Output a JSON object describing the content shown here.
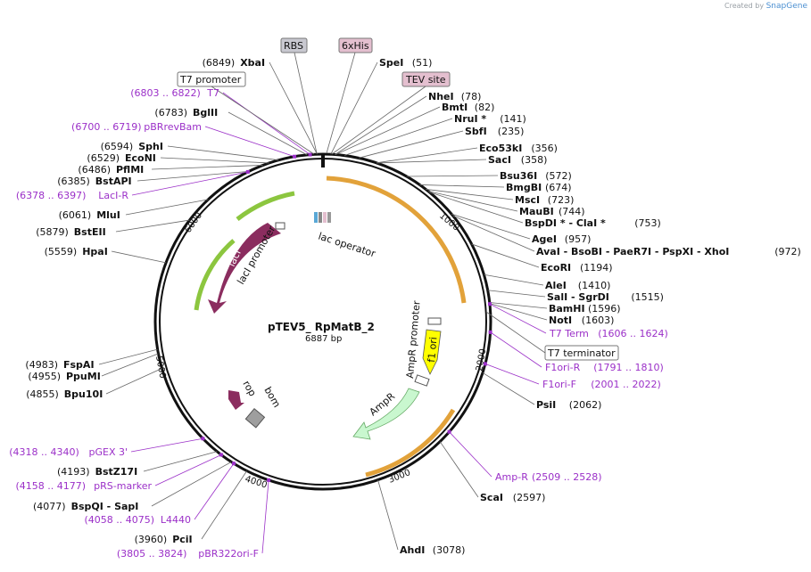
{
  "credit": {
    "prefix": "Created by",
    "brand": "SnapGene"
  },
  "plasmid": {
    "name": "pTEV5_ RpMatB_2",
    "size_label": "6887 bp",
    "length": 6887
  },
  "ticks": [
    "1000",
    "2000",
    "3000",
    "4000",
    "5000",
    "6000"
  ],
  "top_boxes": {
    "rbs": "RBS",
    "his": "6xHis",
    "tev": "TEV site",
    "t7promoter": "T7 promoter",
    "t7terminator": "T7 terminator"
  },
  "features": {
    "lacI": "lacI",
    "laci_promoter": "lacI promoter",
    "lac_operator": "lac operator",
    "ampr": "AmpR",
    "ampr_promoter": "AmpR promoter",
    "f1ori": "f1 ori",
    "rop": "rop",
    "bom": "bom"
  },
  "sites_right": [
    {
      "name": "SpeI",
      "pos": "(51)"
    },
    {
      "name": "NheI",
      "pos": "(78)"
    },
    {
      "name": "BmtI",
      "pos": "(82)"
    },
    {
      "name": "NruI *",
      "pos": "(141)"
    },
    {
      "name": "SbfI",
      "pos": "(235)"
    },
    {
      "name": "Eco53kI",
      "pos": "(356)"
    },
    {
      "name": "SacI",
      "pos": "(358)"
    },
    {
      "name": "Bsu36I",
      "pos": "(572)"
    },
    {
      "name": "BmgBI",
      "pos": "(674)"
    },
    {
      "name": "MscI",
      "pos": "(723)"
    },
    {
      "name": "MauBI",
      "pos": "(744)"
    },
    {
      "name": "BspDI * - ClaI *",
      "pos": "(753)"
    },
    {
      "name": "AgeI",
      "pos": "(957)"
    },
    {
      "name": "AvaI - BsoBI - PaeR7I - PspXI - XhoI",
      "pos": "(972)"
    },
    {
      "name": "EcoRI",
      "pos": "(1194)"
    },
    {
      "name": "AleI",
      "pos": "(1410)"
    },
    {
      "name": "SalI - SgrDI",
      "pos": "(1515)"
    },
    {
      "name": "BamHI",
      "pos": "(1596)"
    },
    {
      "name": "NotI",
      "pos": "(1603)"
    },
    {
      "name": "PsiI",
      "pos": "(2062)"
    },
    {
      "name": "ScaI",
      "pos": "(2597)"
    },
    {
      "name": "AhdI",
      "pos": "(3078)"
    }
  ],
  "sites_left": [
    {
      "name": "XbaI",
      "pos": "(6849)"
    },
    {
      "name": "BglII",
      "pos": "(6783)"
    },
    {
      "name": "SphI",
      "pos": "(6594)"
    },
    {
      "name": "EcoNI",
      "pos": "(6529)"
    },
    {
      "name": "PflMI",
      "pos": "(6486)"
    },
    {
      "name": "BstAPI",
      "pos": "(6385)"
    },
    {
      "name": "MluI",
      "pos": "(6061)"
    },
    {
      "name": "BstEII",
      "pos": "(5879)"
    },
    {
      "name": "HpaI",
      "pos": "(5559)"
    },
    {
      "name": "FspAI",
      "pos": "(4983)"
    },
    {
      "name": "PpuMI",
      "pos": "(4955)"
    },
    {
      "name": "Bpu10I",
      "pos": "(4855)"
    },
    {
      "name": "BstZ17I",
      "pos": "(4193)"
    },
    {
      "name": "BspQI - SapI",
      "pos": "(4077)"
    },
    {
      "name": "PciI",
      "pos": "(3960)"
    }
  ],
  "primers": [
    {
      "label": "T7",
      "range": "(6803 .. 6822)"
    },
    {
      "label": "pBRrevBam",
      "range": "(6700 .. 6719)"
    },
    {
      "label": "LacI-R",
      "range": "(6378 .. 6397)"
    },
    {
      "label": "T7 Term",
      "range": "(1606 .. 1624)"
    },
    {
      "label": "F1ori-R",
      "range": "(1791 .. 1810)"
    },
    {
      "label": "F1ori-F",
      "range": "(2001 .. 2022)"
    },
    {
      "label": "Amp-R",
      "range": "(2509 .. 2528)"
    },
    {
      "label": "pGEX 3'",
      "range": "(4318 .. 4340)"
    },
    {
      "label": "pRS-marker",
      "range": "(4158 .. 4177)"
    },
    {
      "label": "L4440",
      "range": "(4058 .. 4075)"
    },
    {
      "label": "pBR322ori-F",
      "range": "(3805 .. 3824)"
    }
  ],
  "colors": {
    "backbone": "#111111",
    "primer": "#9b30c8",
    "orf_orange": "#e2a23a",
    "orf_green": "#8cc63f",
    "lacI": "#8b2d5f",
    "ampr": "#c9f7cf",
    "f1ori": "#ffff00",
    "bom": "#9e9e9e",
    "rbs_box": "#c8c8d0",
    "his_box": "#e4bfcf"
  }
}
